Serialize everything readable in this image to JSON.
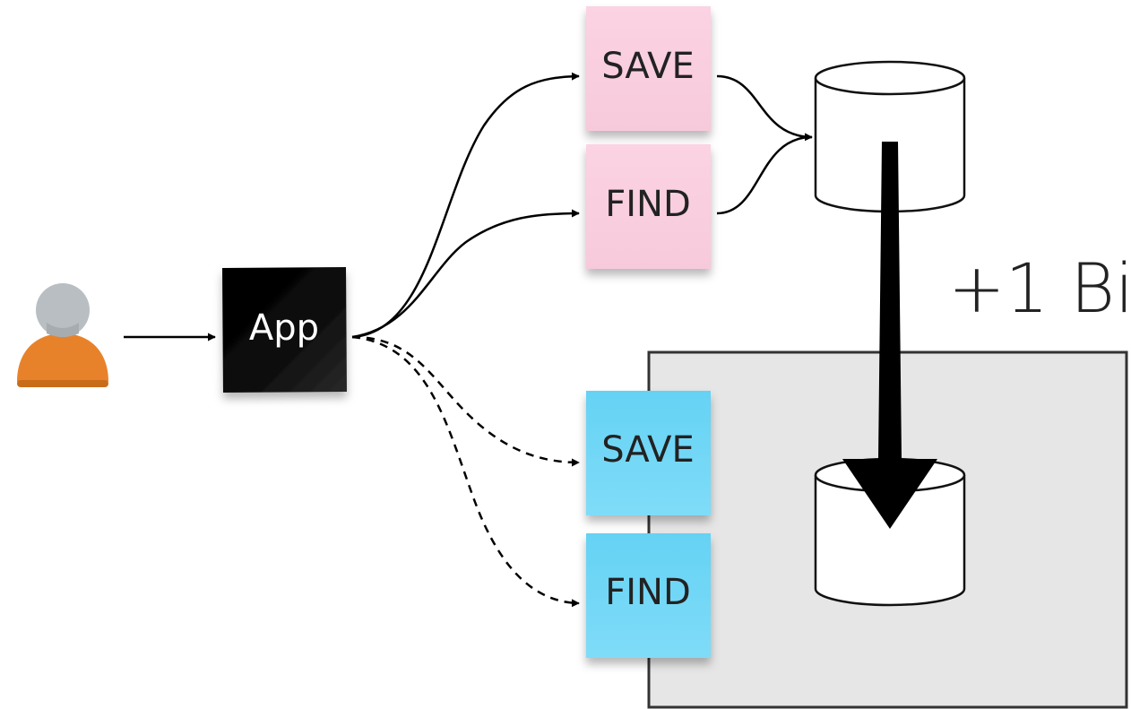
{
  "diagram": {
    "app_label": "App",
    "current_path": {
      "save_label": "SAVE",
      "find_label": "FIND"
    },
    "new_path": {
      "save_label": "SAVE",
      "find_label": "FIND"
    },
    "migration_label": "+1 Bi"
  },
  "colors": {
    "pink_note": "#f9cfe0",
    "blue_note": "#6bd4f5",
    "app_note": "#0b0b0b",
    "person_body": "#e8822a",
    "person_head": "#b9bec2",
    "container_fill": "#e6e6e6",
    "container_stroke": "#333333"
  },
  "icons": {
    "person": "user-icon",
    "database": "database-icon"
  }
}
